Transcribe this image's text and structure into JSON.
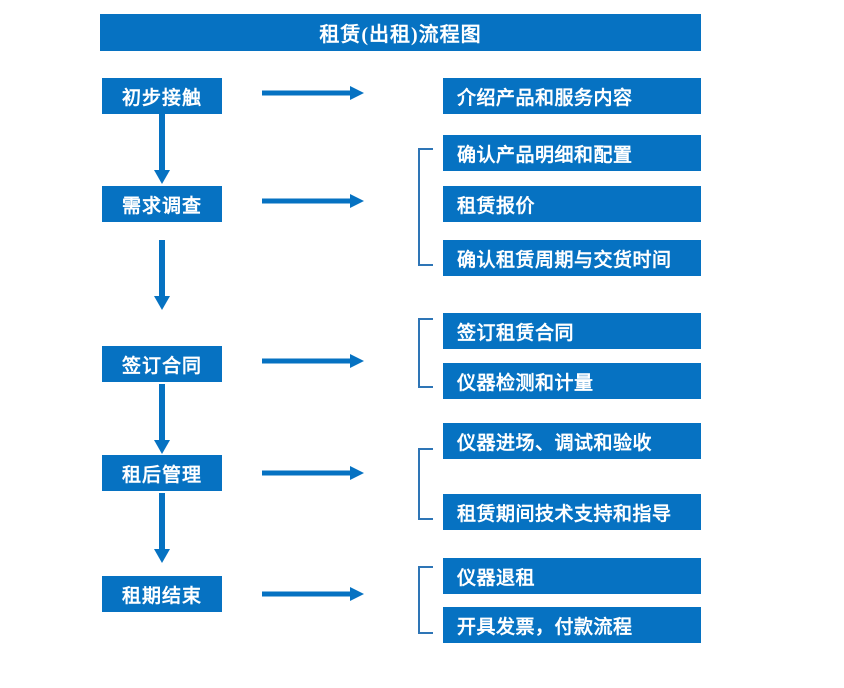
{
  "diagram": {
    "title": "租赁(出租)流程图",
    "accent_color": "#0672C2",
    "bracket_color": "#2E75B6",
    "text_color": "#FFFFFF",
    "background_color": "#FFFFFF",
    "stages": [
      {
        "label": "初步接触",
        "details": [
          "介绍产品和服务内容"
        ],
        "has_bracket": false,
        "arrow_to_next": true
      },
      {
        "label": "需求调查",
        "details": [
          "确认产品明细和配置",
          "租赁报价",
          "确认租赁周期与交货时间"
        ],
        "has_bracket": true,
        "arrow_to_next": true
      },
      {
        "label": "签订合同",
        "details": [
          "签订租赁合同",
          "仪器检测和计量"
        ],
        "has_bracket": true,
        "arrow_to_next": true
      },
      {
        "label": "租后管理",
        "details": [
          "仪器进场、调试和验收",
          "租赁期间技术支持和指导"
        ],
        "has_bracket": true,
        "arrow_to_next": true
      },
      {
        "label": "租期结束",
        "details": [
          "仪器退租",
          "开具发票，付款流程"
        ],
        "has_bracket": true,
        "arrow_to_next": false
      }
    ],
    "connector_arrows": {
      "horizontal_count": 5,
      "vertical_count": 4,
      "icon": "arrow-right-icon"
    }
  }
}
